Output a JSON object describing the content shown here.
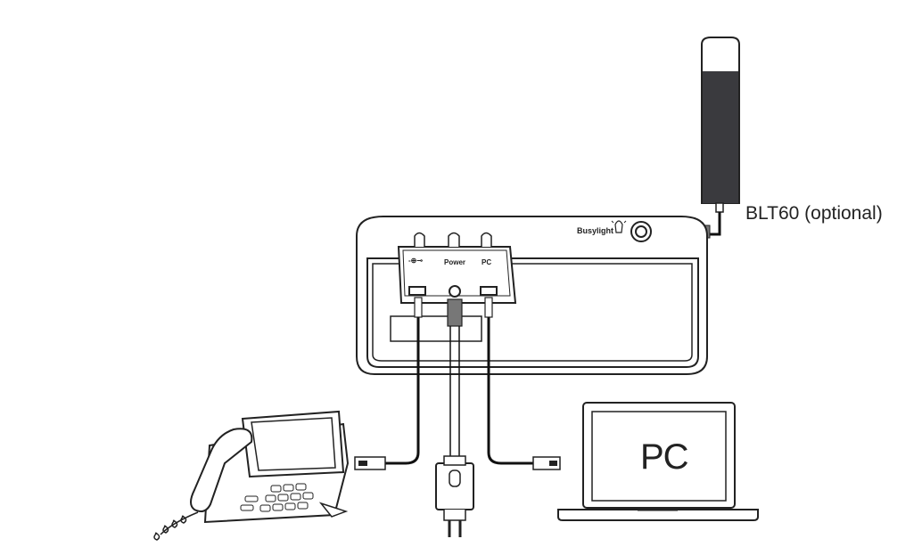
{
  "labels": {
    "blt60": "BLT60 (optional)",
    "pc": "PC",
    "busylight": "Busylight",
    "port_usb": "-⊕⊸",
    "port_power": "Power",
    "port_pc": "PC"
  },
  "colors": {
    "line": "#222222",
    "device_fill": "#ffffff",
    "blt_body": "#3a3a3e",
    "cable": "#111111"
  },
  "icons": [
    "usb-icon",
    "power-port-icon",
    "busylight-bulb-icon",
    "phone-handset-icon",
    "laptop-icon",
    "power-adapter-icon"
  ]
}
